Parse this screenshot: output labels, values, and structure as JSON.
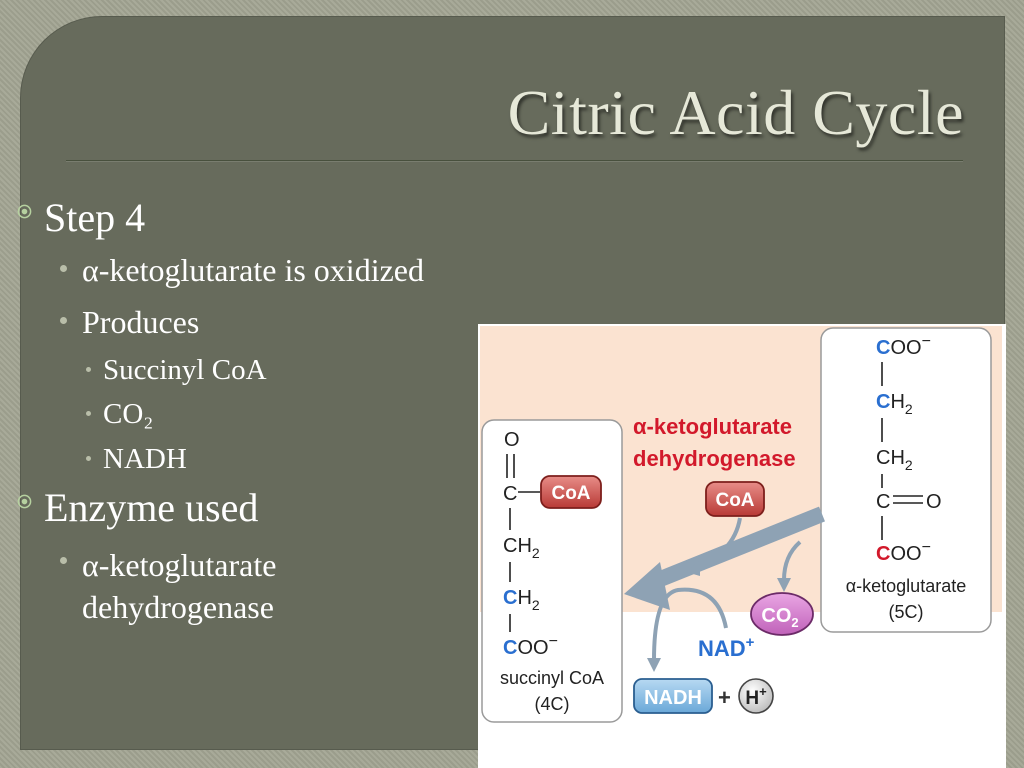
{
  "slide": {
    "title": "Citric Acid Cycle",
    "bullets": {
      "step": "Step 4",
      "oxidized": "α-ketoglutarate is oxidized",
      "produces": "Produces",
      "succinyl": "Succinyl CoA",
      "co2": "CO₂",
      "nadh": "NADH",
      "enzyme_used": "Enzyme used",
      "enzyme_line1": "α-ketoglutarate",
      "enzyme_line2": "dehydrogenase"
    }
  },
  "figure": {
    "enzyme_line1": "α-ketoglutarate",
    "enzyme_line2": "dehydrogenase",
    "coa": "CoA",
    "co2": "CO",
    "co2_sub": "2",
    "nad": "NAD",
    "nad_sup": "+",
    "nadh": "NADH",
    "plus": "+",
    "h": "H",
    "h_sup": "+",
    "substrate": {
      "atoms": {
        "coo_c": "C",
        "coo_rest": "OO",
        "charge": "−",
        "ch2_c": "C",
        "ch2_h": "H",
        "ch2_sub": "2",
        "ch2_plain": "CH",
        "keto_c": "C",
        "keto_o": "O",
        "bottom_c": "C",
        "bottom_rest": "OO"
      },
      "name": "α-ketoglutarate",
      "carbons": "(5C)"
    },
    "product": {
      "atoms": {
        "o": "O",
        "c": "C",
        "coa": "CoA",
        "ch2": "CH",
        "ch2_sub": "2",
        "blue_c": "C",
        "blue_h": "H",
        "blue_sub": "2",
        "coo_c": "C",
        "coo_rest": "OO",
        "charge": "−"
      },
      "name": "succinyl CoA",
      "carbons": "(4C)"
    },
    "colors": {
      "blue": "#2a6fd0",
      "red": "#d2192b",
      "coa_fill": "#c8433f",
      "co2_fill": "#cf7ac8",
      "nadh_fill": "#7cb6e0",
      "peach": "#fbe3d1",
      "arrow": "#8ea2b4"
    }
  }
}
